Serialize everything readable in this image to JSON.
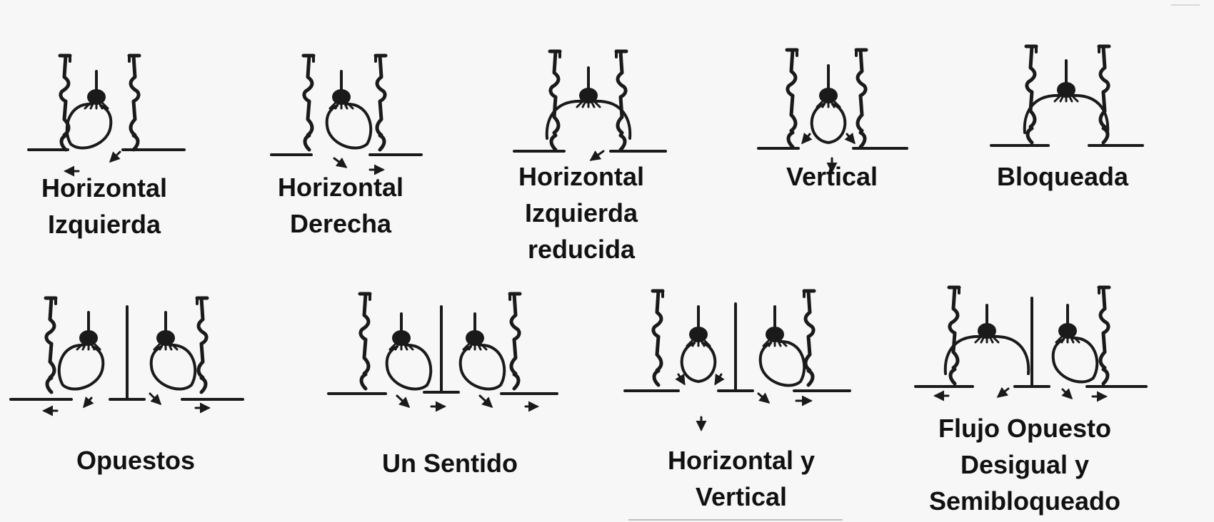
{
  "panels": [
    {
      "id": "horizontal-izquierda",
      "label_lines": [
        "Horizontal",
        "Izquierda"
      ],
      "fans": [
        {
          "circle": "left",
          "arrows": [
            "left-lower"
          ]
        }
      ],
      "partition": false,
      "flow_arrows": [
        "left",
        "diag-down-left"
      ]
    },
    {
      "id": "horizontal-derecha",
      "label_lines": [
        "Horizontal",
        "Derecha"
      ],
      "fans": [
        {
          "circle": "right"
        }
      ],
      "partition": false,
      "flow_arrows": [
        "diag-down-right",
        "right"
      ]
    },
    {
      "id": "horizontal-izquierda-reducida",
      "label_lines": [
        "Horizontal",
        "Izquierda",
        "reducida"
      ],
      "fans": [
        {
          "circle": "wide"
        }
      ],
      "partition": false,
      "flow_arrows": [
        "diag-down-left"
      ]
    },
    {
      "id": "vertical",
      "label_lines": [
        "Vertical"
      ],
      "fans": [
        {
          "circle": "center"
        }
      ],
      "partition": false,
      "flow_arrows": [
        "down"
      ]
    },
    {
      "id": "bloqueada",
      "label_lines": [
        "Bloqueada"
      ],
      "fans": [
        {
          "circle": "wide-blocked"
        }
      ],
      "partition": false,
      "flow_arrows": []
    },
    {
      "id": "opuestos",
      "label_lines": [
        "Opuestos"
      ],
      "fans": [
        {
          "circle": "left"
        },
        {
          "circle": "right"
        }
      ],
      "partition": true,
      "flow_arrows": [
        "left",
        "right"
      ]
    },
    {
      "id": "un-sentido",
      "label_lines": [
        "Un Sentido"
      ],
      "fans": [
        {
          "circle": "right"
        },
        {
          "circle": "right"
        }
      ],
      "partition": true,
      "flow_arrows": [
        "right",
        "right"
      ]
    },
    {
      "id": "horizontal-y-vertical",
      "label_lines": [
        "Horizontal y",
        "Vertical"
      ],
      "fans": [
        {
          "circle": "center"
        },
        {
          "circle": "right"
        }
      ],
      "partition": true,
      "flow_arrows": [
        "down",
        "right"
      ]
    },
    {
      "id": "flujo-opuesto-desigual",
      "label_lines": [
        "Flujo Opuesto",
        "Desigual y",
        "Semibloqueado"
      ],
      "fans": [
        {
          "circle": "wide"
        },
        {
          "circle": "right"
        }
      ],
      "partition": true,
      "flow_arrows": [
        "left",
        "right"
      ]
    }
  ],
  "colors": {
    "ink": "#1a1a1a",
    "background": "#f7f7f7"
  }
}
